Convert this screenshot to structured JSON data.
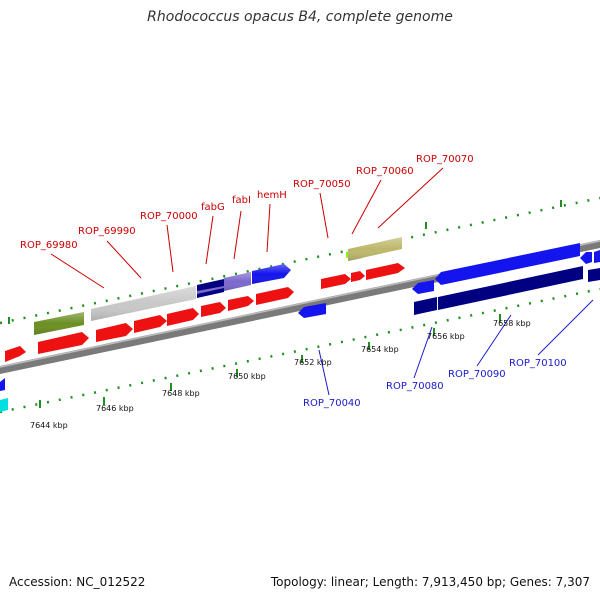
{
  "title": "Rhodococcus opacus B4, complete genome",
  "footer": {
    "accession": "Accession: NC_012522",
    "summary": "Topology: linear; Length: 7,913,450 bp; Genes: 7,307"
  },
  "colors": {
    "red": "#ee1111",
    "blue": "#1414ee",
    "navy": "#000080",
    "purple": "#7b68cc",
    "olive": "#6b8e23",
    "khaki": "#bdb76b",
    "silver": "#c8c8c8",
    "cyan": "#00e0e0",
    "green": "#228b22",
    "backbone": "#777777",
    "top_label": "#cc0000",
    "bottom_label": "#1a1acc"
  },
  "scale_labels": [
    "7644 kbp",
    "7646 kbp",
    "7648 kbp",
    "7650 kbp",
    "7652 kbp",
    "7654 kbp",
    "7656 kbp",
    "7658 kbp"
  ],
  "gene_labels_top": [
    "ROP_69980",
    "ROP_69990",
    "ROP_70000",
    "fabG",
    "fabI",
    "hemH",
    "ROP_70050",
    "ROP_70060",
    "ROP_70070"
  ],
  "gene_labels_bottom": [
    "ROP_70040",
    "ROP_70080",
    "ROP_70090",
    "ROP_70100"
  ]
}
